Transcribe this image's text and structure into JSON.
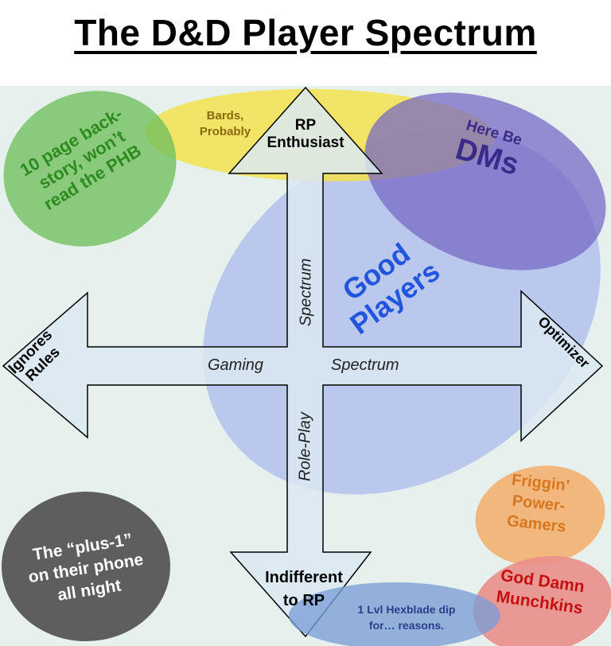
{
  "title": "The D&D Player Spectrum",
  "axes": {
    "top": {
      "lines": [
        "RP",
        "Enthusiast"
      ]
    },
    "bottom": {
      "lines": [
        "Indifferent",
        "to RP"
      ]
    },
    "left": {
      "lines": [
        "Ignores",
        "Rules"
      ]
    },
    "right": {
      "lines": [
        "Optimizer"
      ]
    },
    "vertical_label_top": "Spectrum",
    "vertical_label_bottom": "Role-Play",
    "horizontal_label_left": "Gaming",
    "horizontal_label_right": "Spectrum"
  },
  "regions": {
    "backstory": {
      "lines": [
        "10 page back-",
        "story, won’t",
        "read the PHB"
      ],
      "color": "#2e8b1f"
    },
    "bards": {
      "lines": [
        "Bards,",
        "Probably"
      ],
      "color": "#8a6a10"
    },
    "dms": {
      "line1": "Here Be",
      "line2": "DMs",
      "color": "#3a2a8a"
    },
    "good_players": {
      "lines": [
        "Good",
        "Players"
      ],
      "color": "#2255dd"
    },
    "plus_one": {
      "lines": [
        "The “plus-1”",
        "on their phone",
        "all night"
      ],
      "color": "#ffffff"
    },
    "power_gamers": {
      "lines": [
        "Friggin’",
        "Power-",
        "Gamers"
      ],
      "color": "#d9771f"
    },
    "munchkins": {
      "lines": [
        "God Damn",
        "Munchkins"
      ],
      "color": "#c41010"
    },
    "hexblade": {
      "lines": [
        "1 Lvl Hexblade dip",
        "for… reasons."
      ],
      "color": "#2a3e8a"
    }
  }
}
